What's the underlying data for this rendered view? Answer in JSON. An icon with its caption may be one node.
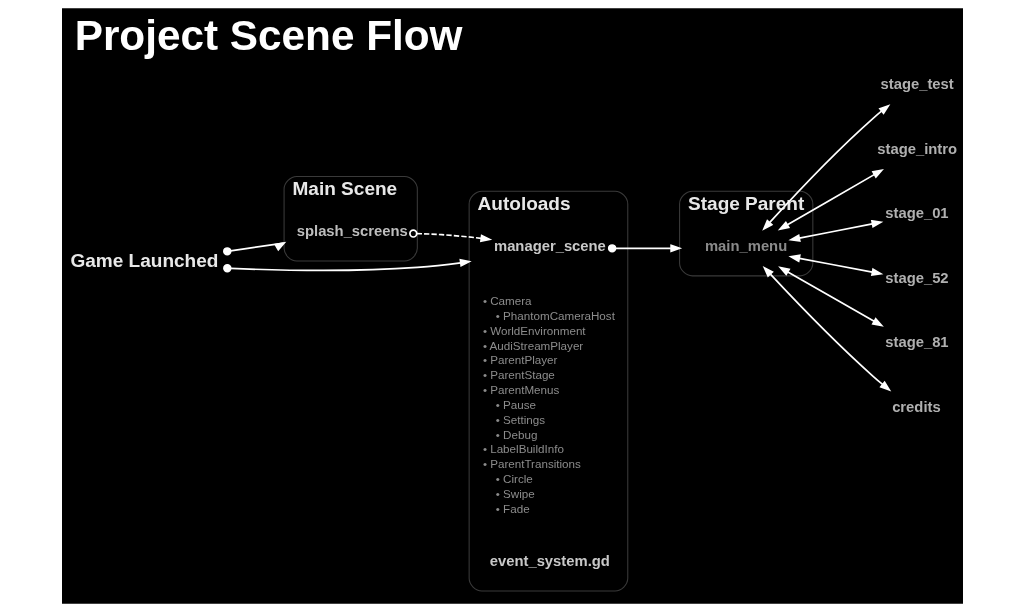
{
  "diagram": {
    "title": "Project Scene Flow",
    "nodes": [
      {
        "text": [
          "Game Launched"
        ]
      },
      {
        "text": [
          "Main Scene"
        ]
      },
      {
        "text": [
          "splash_screens"
        ],
        "in": 1
      },
      {
        "text": [
          "Autoloads"
        ]
      },
      {
        "text": [
          "manager_scene"
        ],
        "in": 3
      },
      {
        "text": [
          "event_system.gd"
        ],
        "in": 3
      },
      {
        "text": [
          "Stage Parent"
        ]
      },
      {
        "text": [
          "main_menu"
        ],
        "in": 6
      },
      {
        "text": [
          "stage_test"
        ]
      },
      {
        "text": [
          "stage_intro"
        ]
      },
      {
        "text": [
          "stage_01"
        ]
      },
      {
        "text": [
          "stage_52"
        ]
      },
      {
        "text": [
          "stage_81"
        ]
      },
      {
        "text": [
          "credits"
        ]
      }
    ],
    "edges": [
      {
        "from": 0,
        "to": 1,
        "arrow": "to"
      },
      {
        "from": 0,
        "to": 3,
        "arrow": "to"
      },
      {
        "from": 2,
        "to": 4,
        "arrow": "to",
        "style": "dashed"
      },
      {
        "from": 4,
        "to": 6,
        "arrow": "to"
      },
      {
        "from": 7,
        "to": 8,
        "arrow": "both"
      },
      {
        "from": 7,
        "to": 9,
        "arrow": "both"
      },
      {
        "from": 7,
        "to": 10,
        "arrow": "both"
      },
      {
        "from": 7,
        "to": 11,
        "arrow": "both"
      },
      {
        "from": 7,
        "to": 12,
        "arrow": "both"
      },
      {
        "from": 7,
        "to": 13,
        "arrow": "both"
      }
    ],
    "labels": [
      "• Camera",
      "• PhantomCameraHost",
      "• WorldEnvironment",
      "• AudiStreamPlayer",
      "• ParentPlayer",
      "• ParentStage",
      "• ParentMenus",
      "• Pause",
      "• Settings",
      "• Debug",
      "• LabelBuildInfo",
      "• ParentTransitions",
      "• Circle",
      "• Swipe",
      "• Fade"
    ]
  }
}
